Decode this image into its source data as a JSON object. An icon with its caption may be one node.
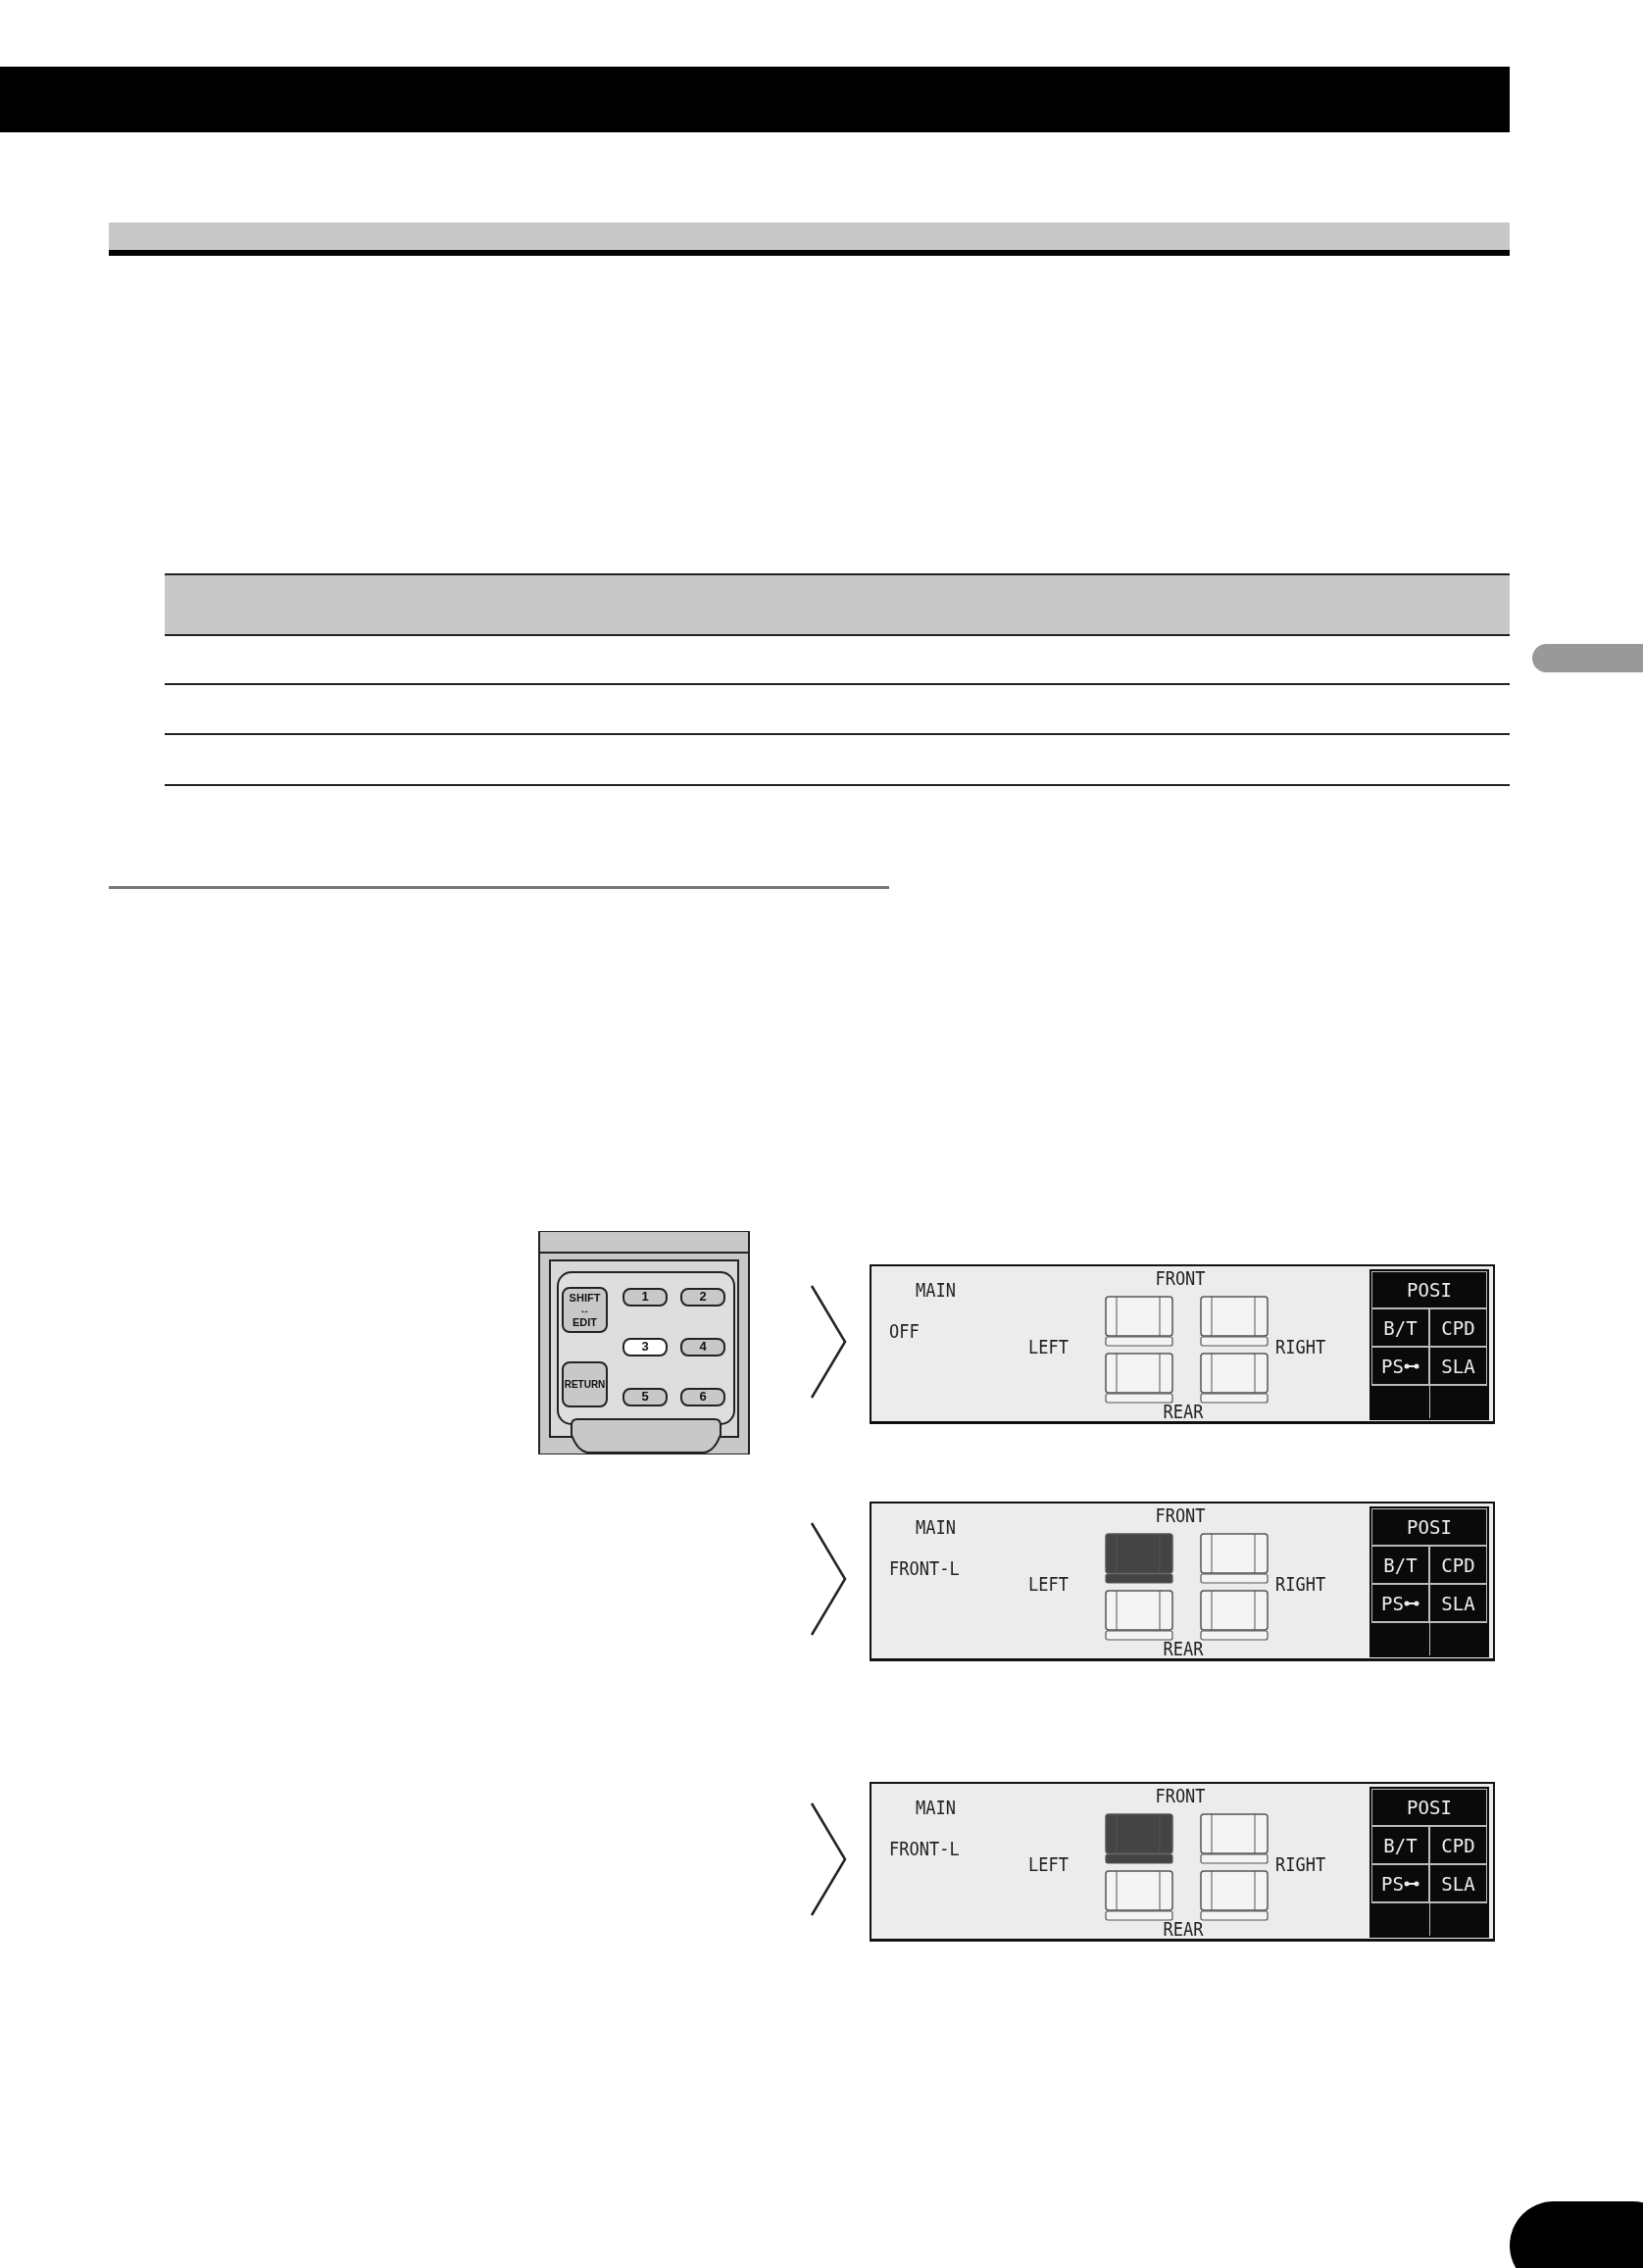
{
  "diagram": {
    "nodes": [
      {
        "text": [],
        "shape": "bar"
      },
      {
        "text": [],
        "shape": "bar"
      },
      {
        "text": [],
        "shape": "bar"
      },
      {
        "text": [],
        "shape": "bar"
      },
      {
        "text": [],
        "shape": "bar"
      }
    ],
    "labels": [
      "SHIFT ↔ EDIT",
      "1",
      "2",
      "3",
      "4",
      "RETURN",
      "5",
      "6",
      "MAIN",
      "OFF",
      "FRONT",
      "LEFT",
      "RIGHT",
      "REAR",
      "POSI",
      "B/T",
      "CPD",
      "PS",
      "SLA",
      "MAIN",
      "FRONT-L",
      "FRONT",
      "LEFT",
      "RIGHT",
      "REAR",
      "POSI",
      "B/T",
      "CPD",
      "PS",
      "SLA",
      "MAIN",
      "FRONT-L",
      "FRONT",
      "LEFT",
      "RIGHT",
      "REAR",
      "POSI",
      "B/T",
      "CPD",
      "PS",
      "SLA"
    ]
  }
}
